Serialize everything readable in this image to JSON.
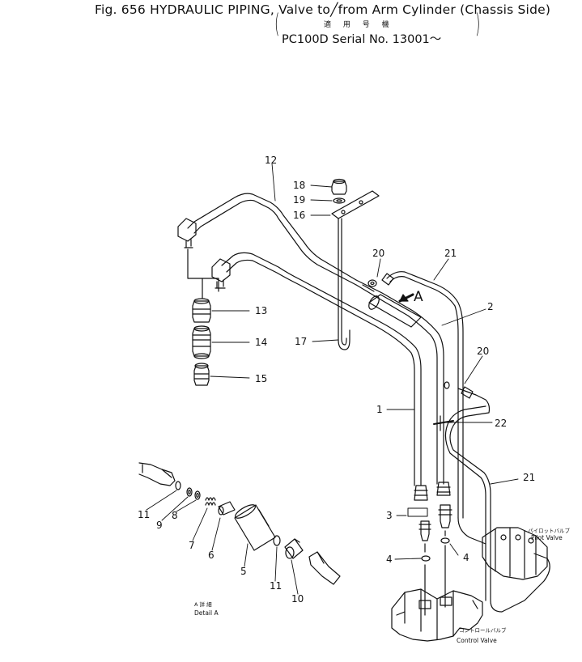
{
  "header": {
    "figure_title": "Fig. 656  HYDRAULIC PIPING, Valve to╱from Arm Cylinder (Chassis Side)",
    "applicable_jp": "適 用 号 機",
    "serial": "PC100D Serial No. 13001～"
  },
  "callouts": {
    "c1": "1",
    "c2": "2",
    "c3": "3",
    "c4a": "4",
    "c4b": "4",
    "c5": "5",
    "c6": "6",
    "c7": "7",
    "c8": "8",
    "c9": "9",
    "c10": "10",
    "c11a": "11",
    "c11b": "11",
    "c12": "12",
    "c13": "13",
    "c14": "14",
    "c15": "15",
    "c16": "16",
    "c17": "17",
    "c18": "18",
    "c19": "19",
    "c20a": "20",
    "c20b": "20",
    "c21a": "21",
    "c21b": "21",
    "c22": "22"
  },
  "view_marker": "A",
  "detail": {
    "jp": "A 詳 細",
    "en": "Detail A"
  },
  "pilot_valve": {
    "jp": "パイロットバルブ",
    "en": "Pilot  Valve"
  },
  "control_valve": {
    "jp": "コントロールバルブ",
    "en": "Control  Valve"
  }
}
